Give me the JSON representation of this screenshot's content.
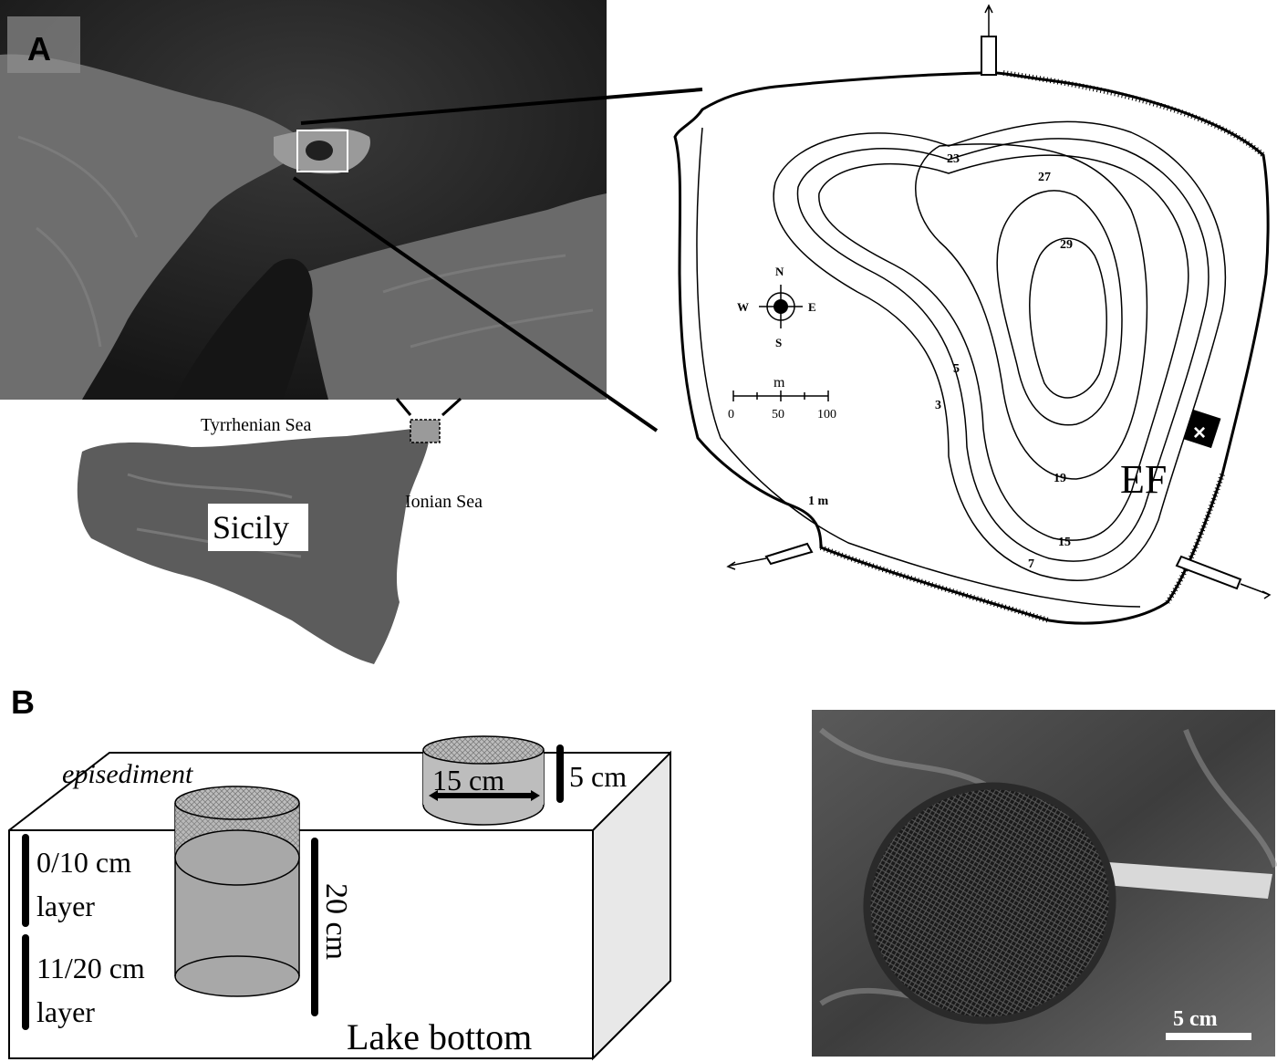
{
  "panels": {
    "a_label": "A",
    "b_label": "B"
  },
  "satellite": {
    "sea_top": "Tyrrhenian Sea",
    "sea_right": "Ionian Sea",
    "island": "Sicily"
  },
  "bathymetry": {
    "contours": [
      "23",
      "27",
      "29",
      "5",
      "3",
      "19",
      "15",
      "7",
      "1 m"
    ],
    "compass": {
      "n": "N",
      "s": "S",
      "w": "W",
      "e": "E"
    },
    "scale": {
      "unit": "m",
      "ticks": [
        "0",
        "50",
        "100"
      ]
    },
    "site_marker": "×",
    "site_label": "EF"
  },
  "sampler_diagram": {
    "episediment": "episediment",
    "diameter": "15 cm",
    "height_small": "5 cm",
    "height_core": "20 cm",
    "layer1_a": "0/10 cm",
    "layer1_b": "layer",
    "layer2_a": "11/20 cm",
    "layer2_b": "layer",
    "bottom": "Lake bottom"
  },
  "photo": {
    "scale_label": "5 cm"
  },
  "colors": {
    "sea_dark": "#1f1f1f",
    "land_gray": "#7a7a7a",
    "shading": "#a9a9a9",
    "ink": "#000000"
  }
}
